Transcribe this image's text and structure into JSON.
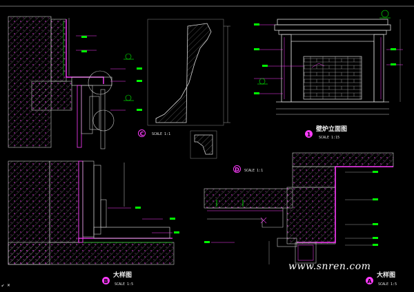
{
  "drawing": {
    "elevation_title": "壁炉立面图",
    "elevation_scale": "SCALE 1:15",
    "elevation_number": "1",
    "detail_b_title": "大样图",
    "detail_b_scale": "SCALE 1:5",
    "detail_b_label": "B",
    "detail_a_title": "大样图",
    "detail_a_scale": "SCALE 1:5",
    "detail_a_label": "A",
    "detail_c_label": "C",
    "detail_c_scale": "SCALE 1:1",
    "detail_d_label": "D",
    "detail_d_scale": "SCALE 1:1"
  },
  "watermark": "www.snren.com",
  "ucs_icon": "ucs-axis-icon",
  "colors": {
    "background": "#000000",
    "magenta": "#ff3cff",
    "green": "#00ff00",
    "white": "#ffffff"
  }
}
